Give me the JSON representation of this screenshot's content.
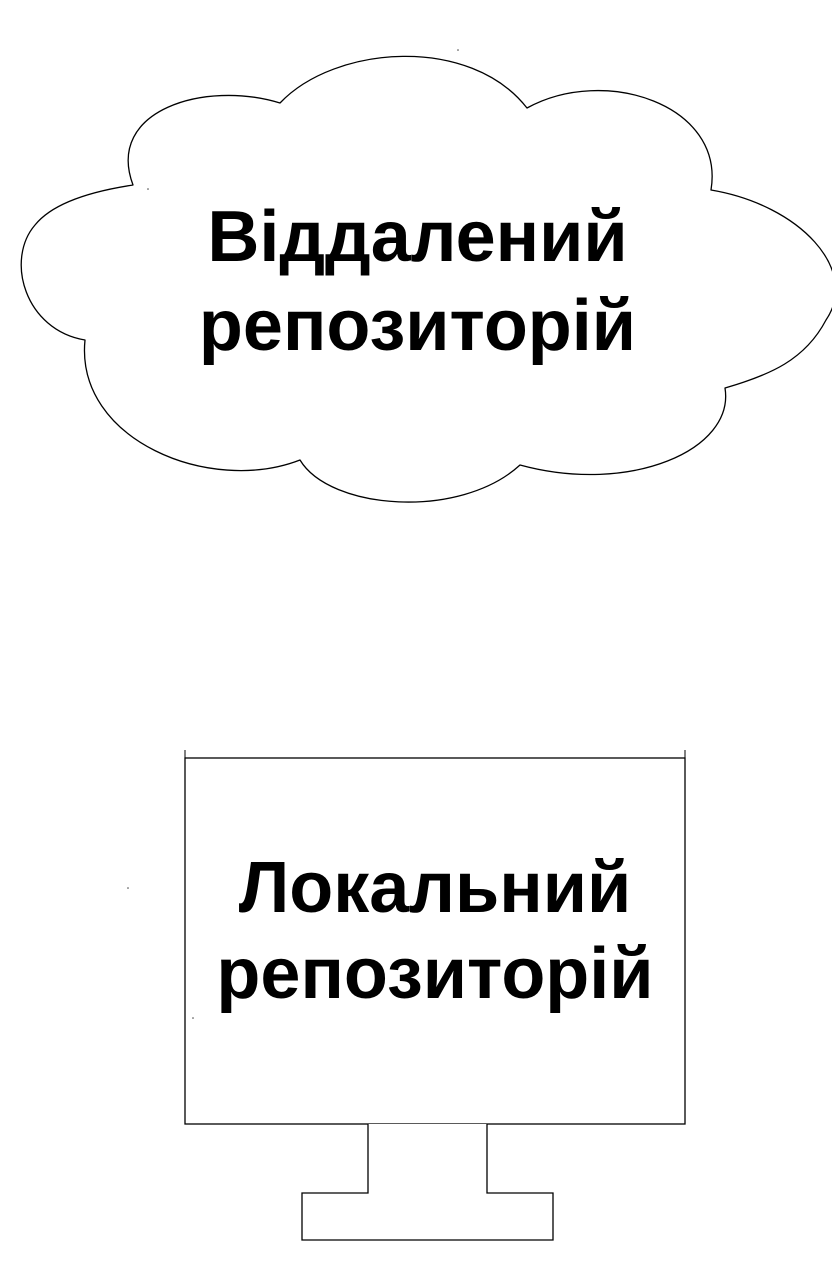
{
  "remote_repo": {
    "label_line1": "Віддалений",
    "label_line2": "репозиторій"
  },
  "local_repo": {
    "label_line1": "Локальний",
    "label_line2": "репозиторій"
  },
  "colors": {
    "stroke": "#000000",
    "background": "#ffffff",
    "text": "#000000"
  },
  "icons": {
    "remote": "cloud-icon",
    "local": "monitor-icon"
  }
}
